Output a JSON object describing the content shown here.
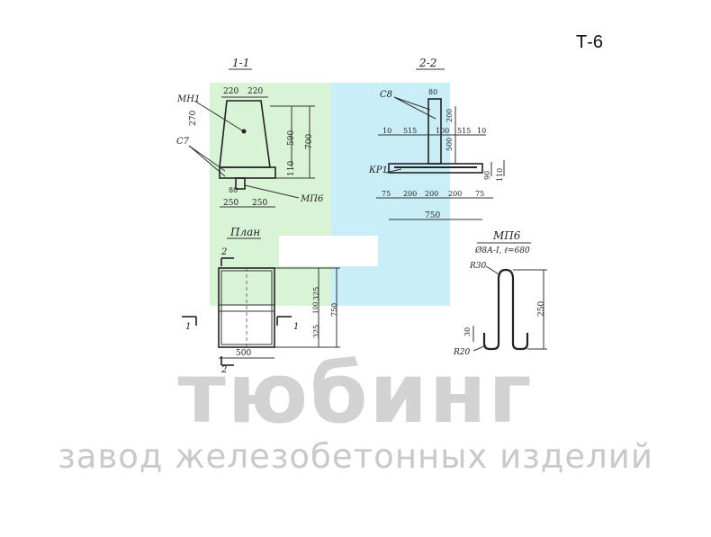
{
  "drawing_code": "Т-6",
  "watermark": {
    "brand": "тюбинг",
    "tagline": "завод железобетонных изделий"
  },
  "colors": {
    "logo_green": "#d9f3d6",
    "logo_cyan": "#c9eef8",
    "line": "#333333"
  },
  "section_1_1": {
    "title": "1-1",
    "labels": {
      "mn1": "МН1",
      "c7": "С7",
      "mp6": "МП6"
    },
    "dims": {
      "top_left": "220",
      "top_right": "220",
      "h270": "270",
      "h590": "590",
      "h700": "700",
      "h110": "110",
      "h80": "80",
      "bot_left": "250",
      "bot_right": "250"
    }
  },
  "section_2_2": {
    "title": "2-2",
    "labels": {
      "c8": "С8",
      "kp1": "КР1"
    },
    "dims": {
      "top80": "80",
      "d10a": "10",
      "d515a": "515",
      "d100": "100",
      "d515b": "515",
      "d10b": "10",
      "d200v": "200",
      "d500v": "500",
      "d90": "90",
      "d110": "110",
      "b75a": "75",
      "b200a": "200",
      "b200b": "200",
      "b200c": "200",
      "b75b": "75",
      "total750": "750"
    }
  },
  "plan": {
    "title": "План",
    "marks": {
      "sec2": "2",
      "sec1": "1"
    },
    "dims": {
      "d325a": "325",
      "d100": "100",
      "d325b": "325",
      "d750": "750",
      "d500": "500"
    }
  },
  "mp6_detail": {
    "title": "МП6",
    "spec": "Ø8А-I, ℓ=680",
    "dims": {
      "r30": "R30",
      "r20": "R20",
      "d30": "30",
      "d250": "250"
    }
  }
}
